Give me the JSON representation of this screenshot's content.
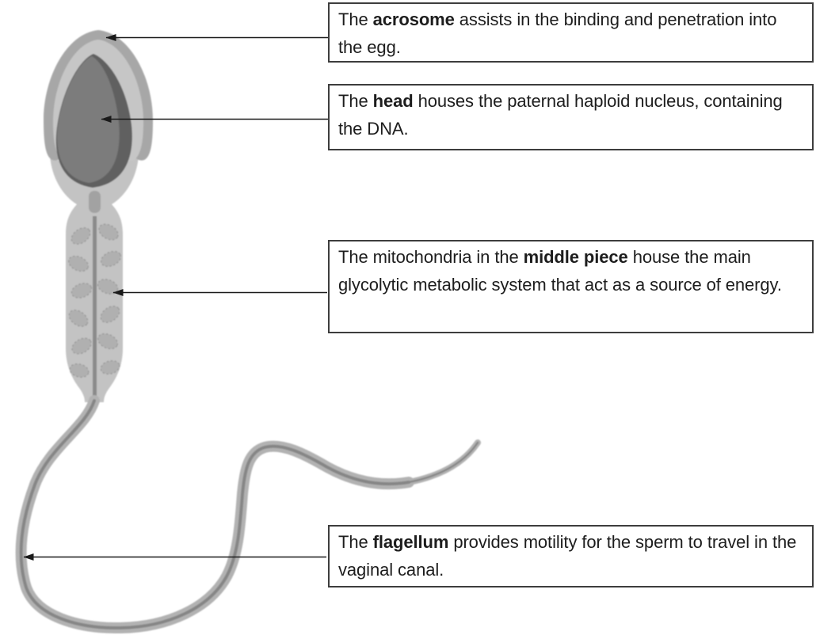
{
  "figure": {
    "type": "labeled-diagram",
    "subject": "Structure of a human sperm cell"
  },
  "colors": {
    "background": "#ffffff",
    "box_border": "#3d3d3d",
    "text": "#1d1d1d",
    "arrow": "#1a1a1a",
    "acrosome_cap": "#a7a7a7",
    "acrosome_inner": "#c6c6c6",
    "nucleus": "#7c7c7c",
    "nucleus_shadow": "#606060",
    "body": "#c3c3c3",
    "mitochondria": "#b0b0b0",
    "mitochondria_outline": "#9a9a9a",
    "axial_filament": "#8a8a8a",
    "tail": "#b2b2b2",
    "tail_core": "#868686"
  },
  "labels": [
    {
      "id": "acrosome",
      "pre": "The ",
      "term": "acrosome",
      "post": " assists in the binding and penetration into the egg."
    },
    {
      "id": "head",
      "pre": "The ",
      "term": "head",
      "post": " houses the paternal haploid nucleus, containing the DNA."
    },
    {
      "id": "middle-piece",
      "pre": "The mitochondria in the ",
      "term": "middle piece",
      "post": " house the main glycolytic metabolic system that act as a source of energy."
    },
    {
      "id": "flagellum",
      "pre": "The ",
      "term": "flagellum",
      "post": " provides motility for the sperm to travel in the vaginal canal."
    }
  ]
}
